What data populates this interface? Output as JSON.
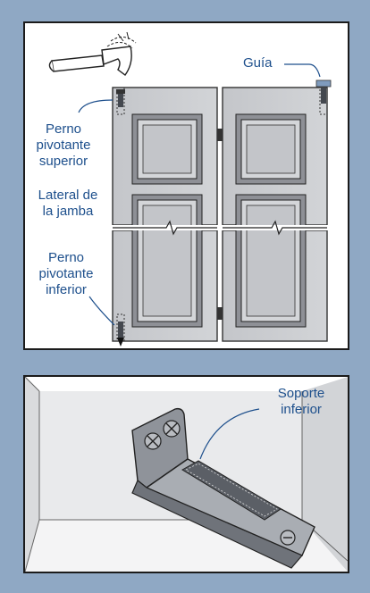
{
  "top_panel": {
    "labels": {
      "guide": "Guía",
      "top_pivot": [
        "Perno",
        "pivotante",
        "superior"
      ],
      "jamb_side": [
        "Lateral de",
        "la jamba"
      ],
      "bottom_pivot": [
        "Perno",
        "pivotante",
        "inferior"
      ]
    }
  },
  "bottom_panel": {
    "labels": {
      "bottom_bracket": [
        "Soporte",
        "inferior"
      ]
    }
  },
  "colors": {
    "background": "#8fa8c4",
    "panel": "#ffffff",
    "door": "#c9cbcf",
    "door_dark": "#9a9da3",
    "label": "#1d4f8c"
  }
}
